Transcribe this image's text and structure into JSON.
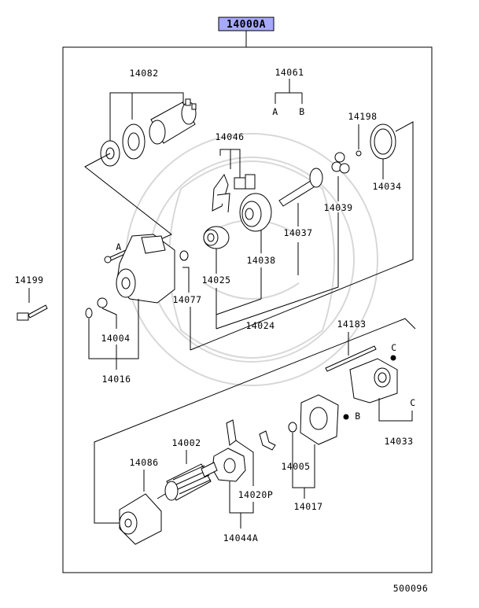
{
  "assembly": {
    "code": "14000A",
    "box_color": "#a7a9ff"
  },
  "diagram_id": "500096",
  "parts": {
    "p14082": "14082",
    "p14061": "14061",
    "p14061_a": "A",
    "p14061_b": "B",
    "p14198": "14198",
    "p14046": "14046",
    "p14034": "14034",
    "p14039": "14039",
    "p14037": "14037",
    "p14038": "14038",
    "p14025": "14025",
    "p14077": "14077",
    "p14024": "14024",
    "p14199": "14199",
    "p14004": "14004",
    "p14016": "14016",
    "p14183": "14183",
    "p14033": "14033",
    "p14033_c": "C",
    "p14002": "14002",
    "p14086": "14086",
    "p14005": "14005",
    "p14017": "14017",
    "p14020p": "14020P",
    "p14044a": "14044A"
  },
  "callouts": {
    "bolt_a": "A",
    "screw_b": "B",
    "nut_c": "C"
  }
}
